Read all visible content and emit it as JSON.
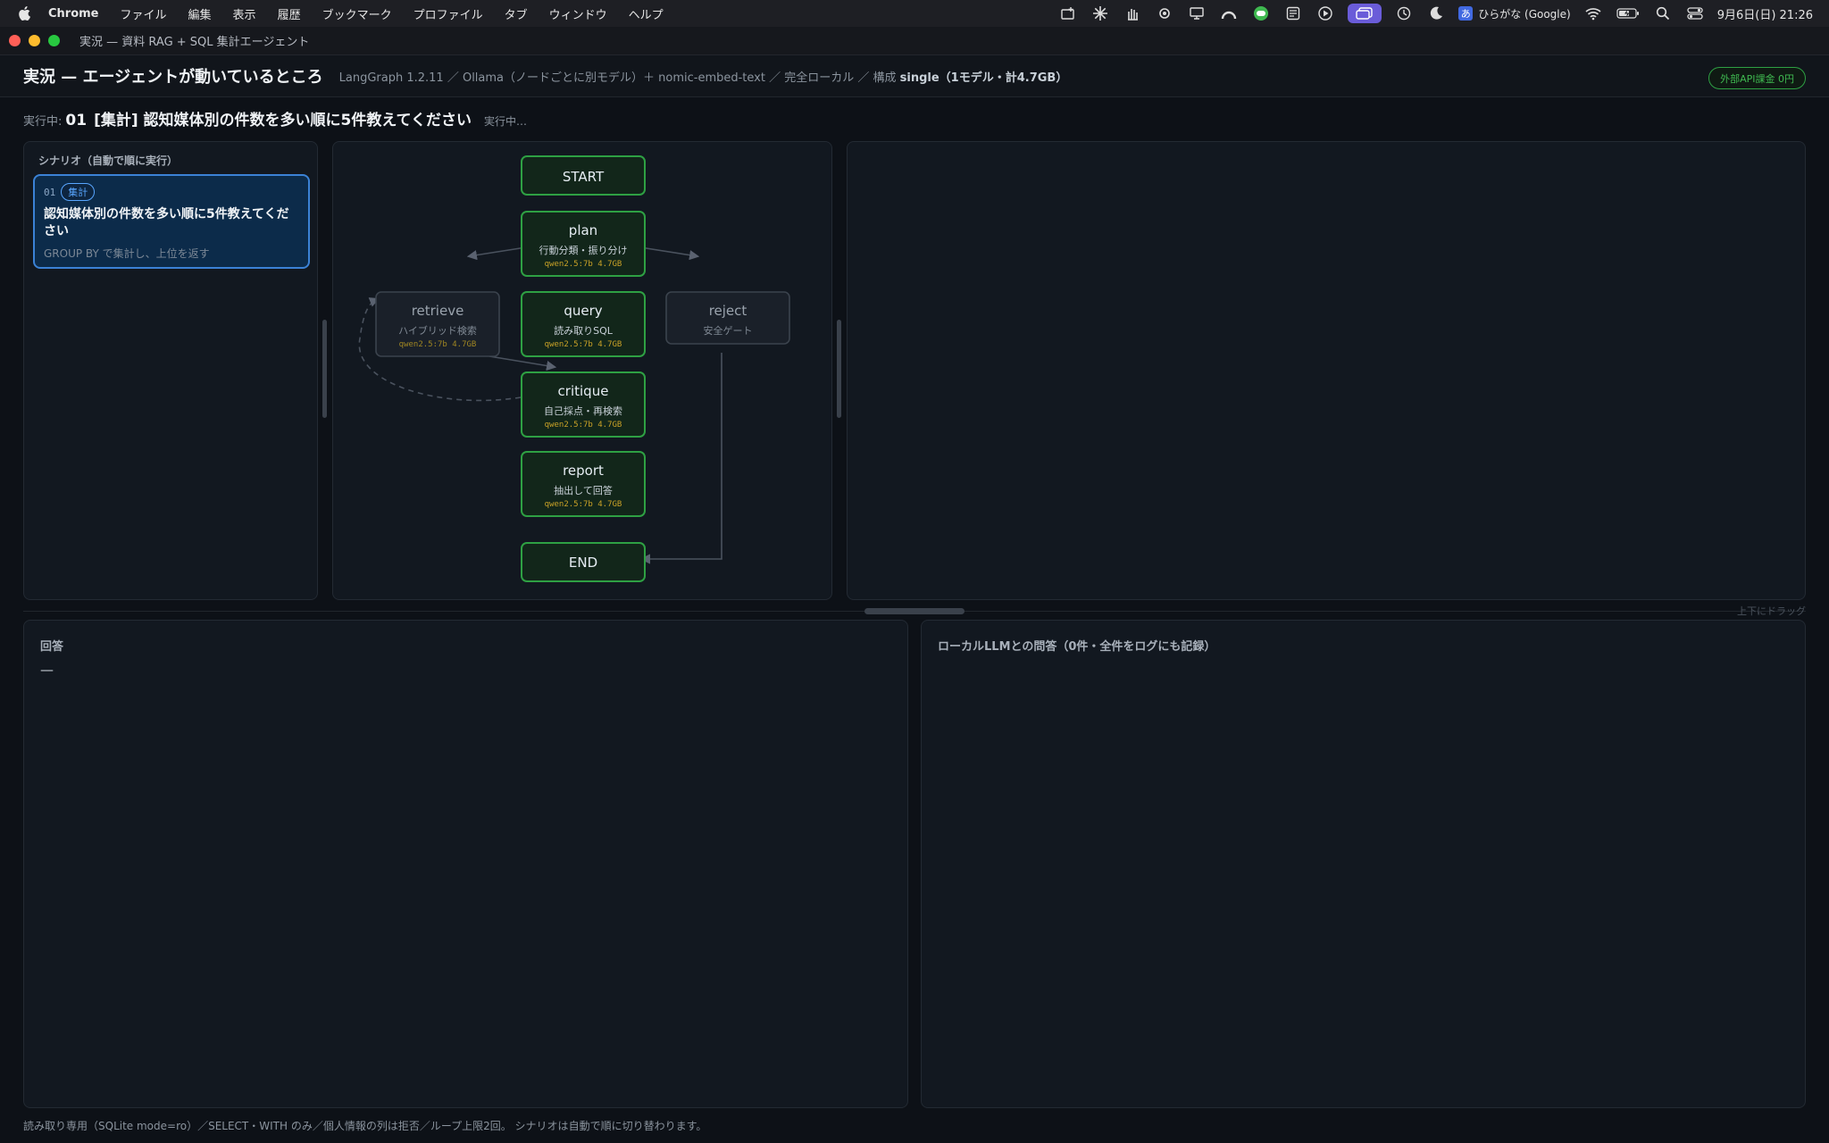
{
  "menubar": {
    "app": "Chrome",
    "items": [
      "ファイル",
      "編集",
      "表示",
      "履歴",
      "ブックマーク",
      "プロファイル",
      "タブ",
      "ウィンドウ",
      "ヘルプ"
    ],
    "ime": "ひらがな (Google)",
    "ime_badge": "あ",
    "clock": "9月6日(日)  21:26"
  },
  "window": {
    "title": "実況 — 資料 RAG + SQL 集計エージェント"
  },
  "header": {
    "title": "実況 — エージェントが動いているところ",
    "meta_prefix": "LangGraph 1.2.11 ／ Ollama（ノードごとに別モデル）＋ nomic-embed-text ／ 完全ローカル ／ 構成 ",
    "meta_config": "single（1モデル・計4.7GB）",
    "api_badge": "外部API課金 0円"
  },
  "running": {
    "label": "実行中:",
    "number": "01",
    "question": "[集計] 認知媒体別の件数を多い順に5件教えてください",
    "status": "実行中…"
  },
  "scenario": {
    "title": "シナリオ（自動で順に実行）",
    "items": [
      {
        "index": "01",
        "tag": "集計",
        "title": "認知媒体別の件数を多い順に5件教えてください",
        "desc": "GROUP BY で集計し、上位を返す"
      }
    ]
  },
  "graph": {
    "nodes": {
      "start": {
        "title": "START"
      },
      "plan": {
        "title": "plan",
        "sub": "行動分類・振り分け",
        "model": "qwen2.5:7b 4.7GB"
      },
      "retrieve": {
        "title": "retrieve",
        "sub": "ハイブリッド検索",
        "model": "qwen2.5:7b 4.7GB"
      },
      "query": {
        "title": "query",
        "sub": "読み取りSQL",
        "model": "qwen2.5:7b 4.7GB"
      },
      "reject": {
        "title": "reject",
        "sub": "安全ゲート"
      },
      "critique": {
        "title": "critique",
        "sub": "自己採点・再検索",
        "model": "qwen2.5:7b 4.7GB"
      },
      "report": {
        "title": "report",
        "sub": "抽出して回答",
        "model": "qwen2.5:7b 4.7GB"
      },
      "end": {
        "title": "END"
      }
    }
  },
  "divider": {
    "hint": "上下にドラッグ"
  },
  "answer": {
    "title": "回答",
    "value": "—"
  },
  "llmlog": {
    "title": "ローカルLLMとの問答（0件・全件をログにも記録）"
  },
  "footer": {
    "text": "読み取り専用（SQLite mode=ro）／SELECT・WITH のみ／個人情報の列は拒否／ループ上限2回。 シナリオは自動で順に切り替わります。"
  },
  "colors": {
    "active_node_border": "#2ea043",
    "active_node_fill": "#12261a",
    "inactive_node_border": "#3b434d",
    "inactive_node_fill": "#1a2029",
    "model_text": "#c9a227",
    "accent_blue": "#3b82d6"
  }
}
